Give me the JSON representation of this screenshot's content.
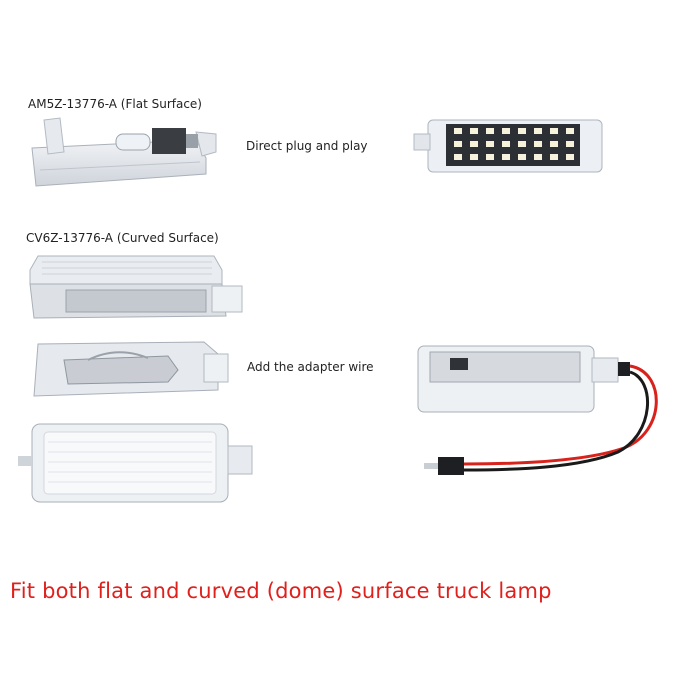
{
  "labels": {
    "flat_part": "AM5Z-13776-A (Flat Surface)",
    "curved_part": "CV6Z-13776-A (Curved Surface)",
    "plug_play": "Direct plug and play",
    "adapter": "Add the adapter wire"
  },
  "caption": "Fit both flat and curved (dome) surface truck lamp",
  "colors": {
    "caption": "#e0201c",
    "wire_red": "#d8221c",
    "wire_black": "#1a1a1a"
  }
}
